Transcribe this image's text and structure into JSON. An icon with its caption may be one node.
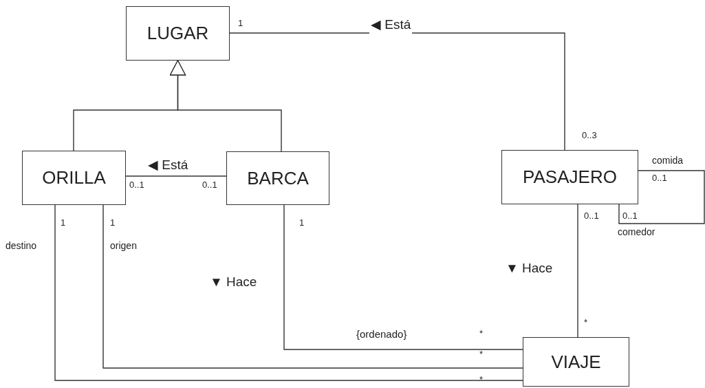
{
  "diagram": {
    "nodes": [
      {
        "text": [
          "LUGAR"
        ]
      },
      {
        "text": [
          "ORILLA"
        ]
      },
      {
        "text": [
          "BARCA"
        ]
      },
      {
        "text": [
          "PASAJERO"
        ]
      },
      {
        "text": [
          "VIAJE"
        ]
      }
    ],
    "edges": [
      {
        "from": 1,
        "to": 0,
        "arrow": "to"
      },
      {
        "from": 2,
        "to": 0,
        "arrow": "to"
      },
      {
        "from": 0,
        "to": 3,
        "arrow": "none",
        "label": "◀ Está"
      },
      {
        "from": 1,
        "to": 2,
        "arrow": "none",
        "label": "◀ Está"
      },
      {
        "from": 3,
        "to": 3,
        "arrow": "none"
      },
      {
        "from": 3,
        "to": 4,
        "arrow": "none",
        "label": "▼ Hace"
      },
      {
        "from": 2,
        "to": 4,
        "arrow": "none",
        "label": "▼ Hace"
      },
      {
        "from": 1,
        "to": 4,
        "arrow": "none"
      },
      {
        "from": 1,
        "to": 4,
        "arrow": "none"
      }
    ],
    "labels": [
      "1",
      "0..3",
      "0..1",
      "0..1",
      "comida",
      "0..1",
      "0..1",
      "0..1",
      "comedor",
      "1",
      "1",
      "1",
      "destino",
      "origen",
      "*",
      "{ordenado}",
      "*",
      "*",
      "*"
    ]
  }
}
